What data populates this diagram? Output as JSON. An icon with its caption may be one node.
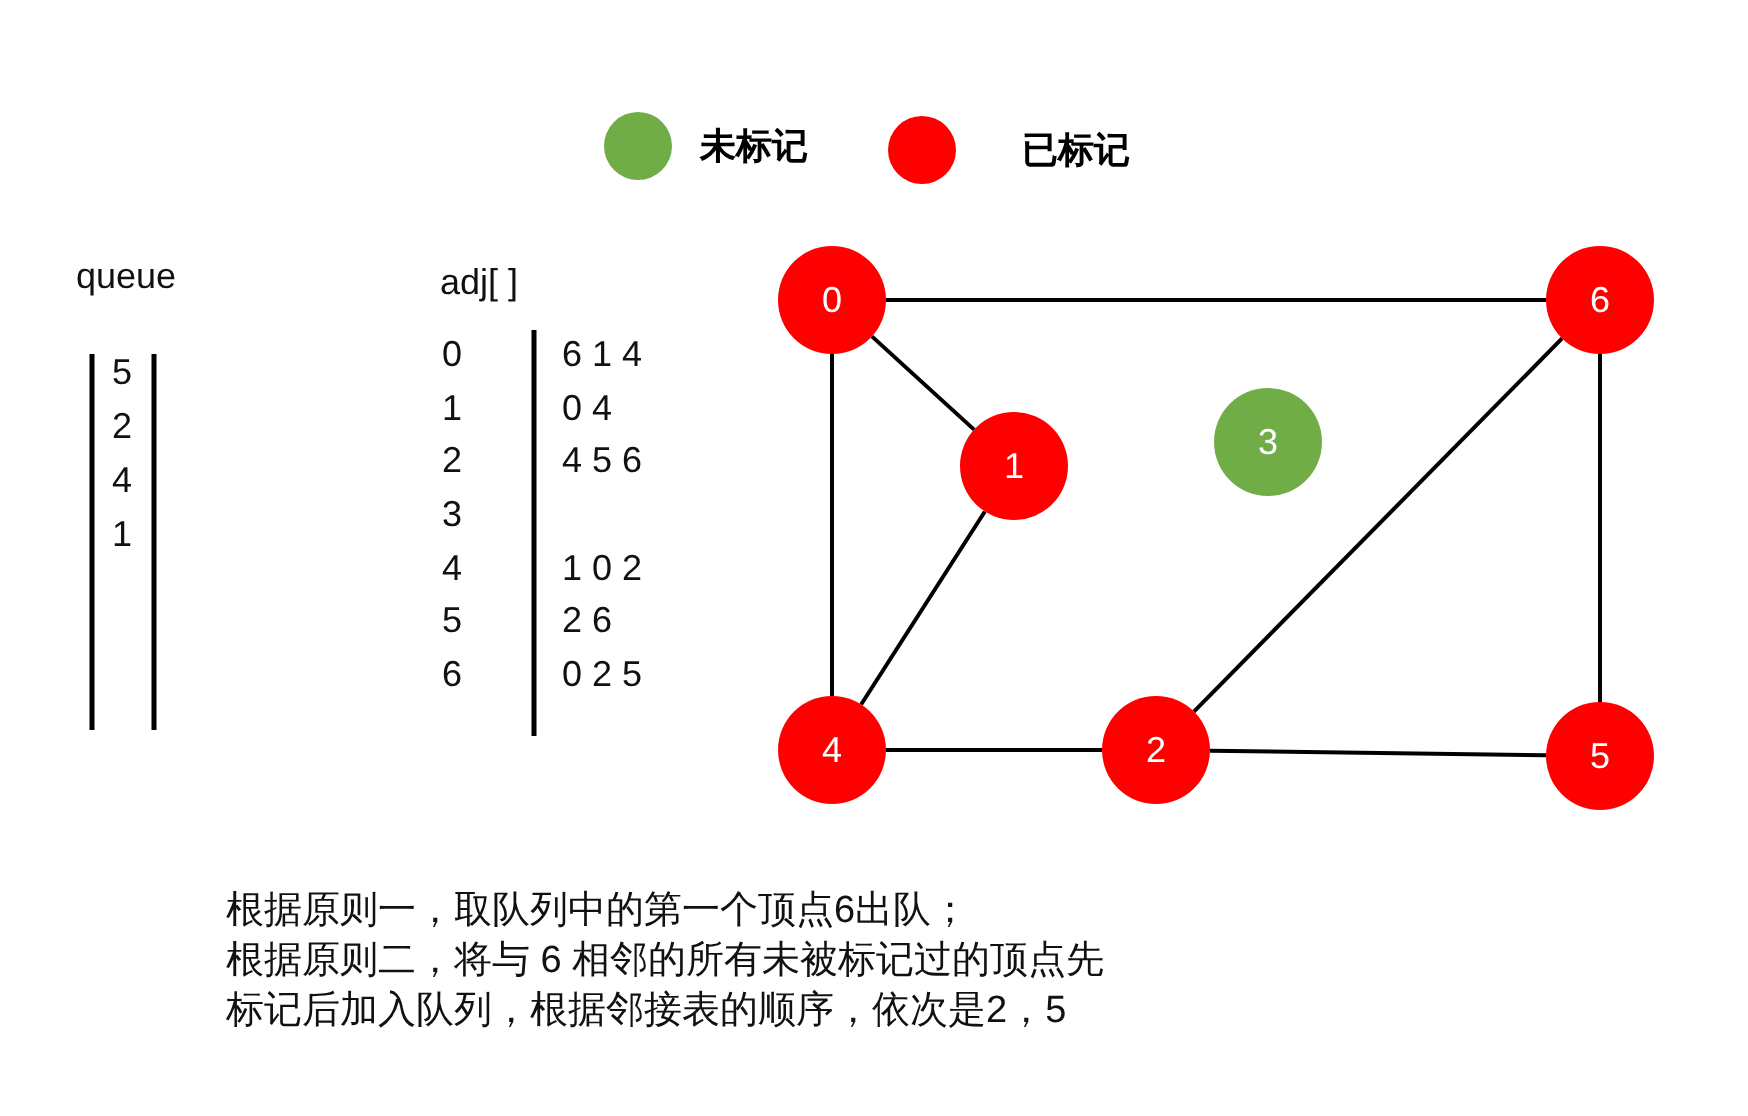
{
  "diagram": {
    "nodes": [
      {
        "text": [
          "0"
        ]
      },
      {
        "text": [
          "6"
        ]
      },
      {
        "text": [
          "1"
        ]
      },
      {
        "text": [
          "3"
        ]
      },
      {
        "text": [
          "4"
        ]
      },
      {
        "text": [
          "2"
        ]
      },
      {
        "text": [
          "5"
        ]
      }
    ],
    "edges": [
      {
        "from": 0,
        "to": 1,
        "arrow": "none"
      },
      {
        "from": 0,
        "to": 2,
        "arrow": "none"
      },
      {
        "from": 0,
        "to": 4,
        "arrow": "none"
      },
      {
        "from": 2,
        "to": 4,
        "arrow": "none"
      },
      {
        "from": 4,
        "to": 5,
        "arrow": "none"
      },
      {
        "from": 5,
        "to": 1,
        "arrow": "none"
      },
      {
        "from": 5,
        "to": 6,
        "arrow": "none"
      },
      {
        "from": 1,
        "to": 6,
        "arrow": "none"
      }
    ],
    "labels": [
      "queue",
      "5",
      "2",
      "4",
      "1",
      "adj[ ]",
      "0",
      "6 1 4",
      "1",
      "0 4",
      "2",
      "4 5 6",
      "3",
      "4",
      "1 0 2",
      "5",
      "2 6",
      "6",
      "0 2 5",
      "根据原则一，取队列中的第一个顶点6出队；",
      "根据原则二，将与 6 相邻的所有未被标记过的顶点先标记后加入队列，根据邻接表的顺序，依次是2，5"
    ],
    "legend": [
      {
        "text": "未标记",
        "color": "#70ad47"
      },
      {
        "text": "已标记",
        "color": "#ff0000"
      }
    ]
  }
}
